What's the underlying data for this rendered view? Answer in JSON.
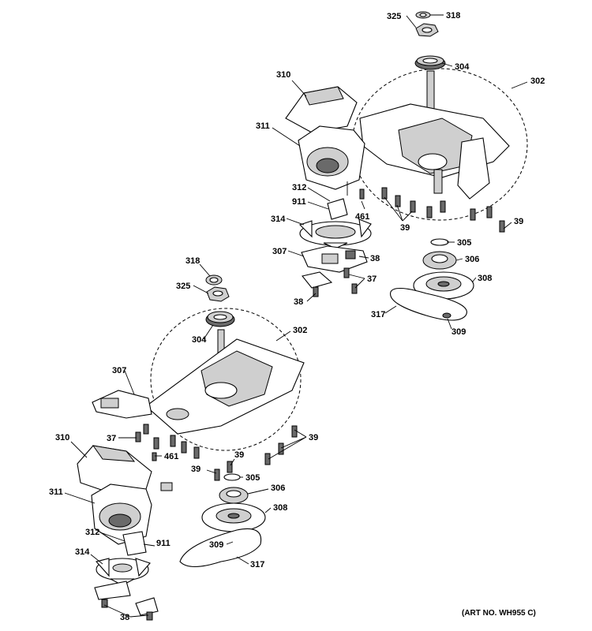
{
  "callouts": {
    "c325a": "325",
    "c318a": "318",
    "c304a": "304",
    "c302a": "302",
    "c310a": "310",
    "c311a": "311",
    "c312a": "312",
    "c911a": "911",
    "c461a": "461",
    "c39a": "39",
    "c39b": "39",
    "c314a": "314",
    "c307a": "307",
    "c38a": "38",
    "c305a": "305",
    "c306a": "306",
    "c37a": "37",
    "c38b": "38",
    "c308a": "308",
    "c317a": "317",
    "c309a": "309",
    "c318b": "318",
    "c325b": "325",
    "c304b": "304",
    "c302b": "302",
    "c307b": "307",
    "c37b": "37",
    "c39c": "39",
    "c461b": "461",
    "c39d": "39",
    "c39e": "39",
    "c305b": "305",
    "c310b": "310",
    "c306b": "306",
    "c311b": "311",
    "c308b": "308",
    "c312b": "312",
    "c911b": "911",
    "c309b": "309",
    "c314b": "314",
    "c317b": "317",
    "c38c": "38"
  },
  "art_number": "(ART NO. WH955 C)"
}
